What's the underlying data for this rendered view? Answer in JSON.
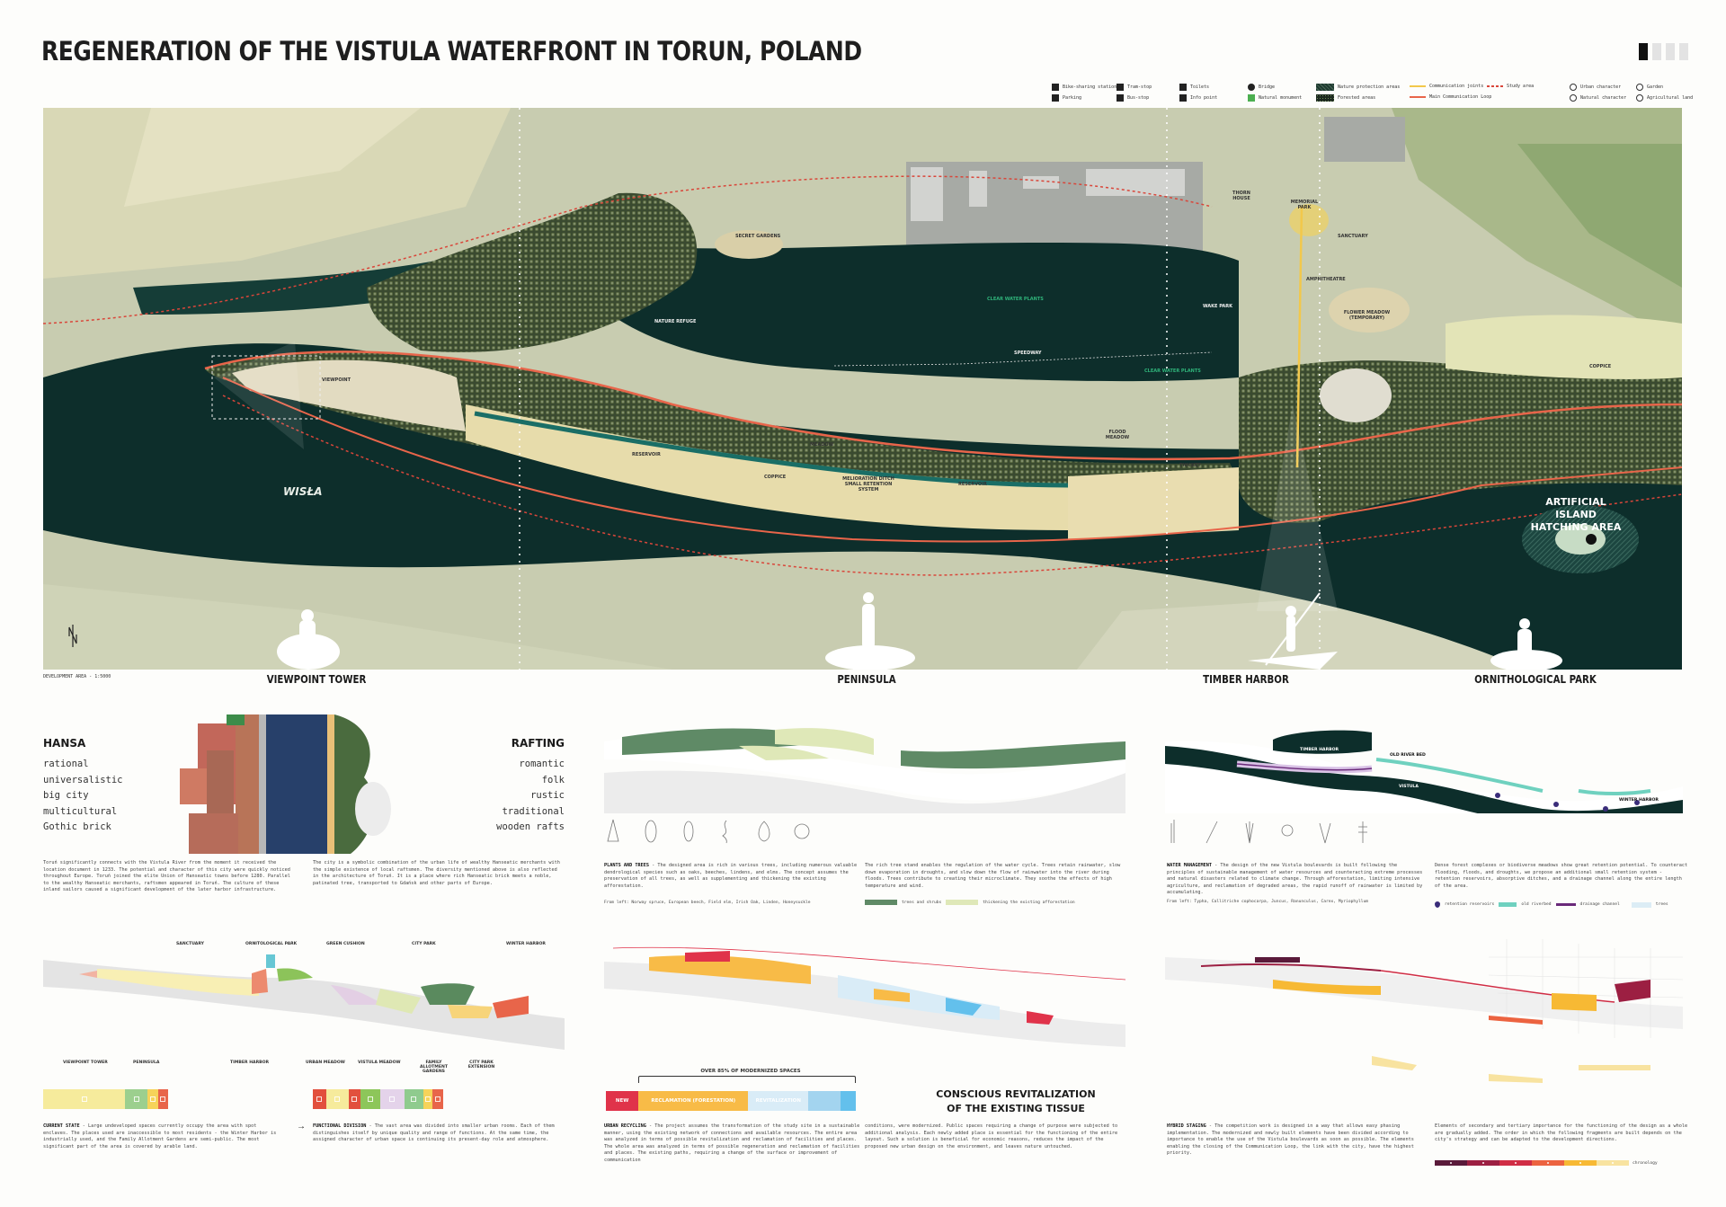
{
  "header": {
    "title": "REGENERATION OF THE VISTULA WATERFRONT IN TORUN, POLAND",
    "pager": {
      "current": 1,
      "total": 4
    }
  },
  "legend": [
    {
      "icon": "bike-icon",
      "label": "Bike-sharing station"
    },
    {
      "icon": "parking-icon",
      "label": "Parking"
    },
    {
      "icon": "tram-icon",
      "label": "Tram-stop"
    },
    {
      "icon": "bus-icon",
      "label": "Bus-stop"
    },
    {
      "icon": "wc-icon",
      "label": "Toilets"
    },
    {
      "icon": "info-icon",
      "label": "Info point"
    },
    {
      "icon": "bridge-icon",
      "label": "Bridge"
    },
    {
      "icon": "monument-icon",
      "label": "Natural monument"
    },
    {
      "icon": "hatch-swatch",
      "label": "Nature protection areas"
    },
    {
      "icon": "forest-swatch",
      "label": "Forested areas"
    },
    {
      "icon": "yellow-line",
      "label": "Communication joints",
      "color": "#f2c84b"
    },
    {
      "icon": "red-line",
      "label": "Main Communication Loop",
      "color": "#e8654a"
    },
    {
      "icon": "dotted-red-line",
      "label": "Study area",
      "color": "#d9463a"
    },
    {
      "icon": "urban-character-icon",
      "label": "Urban character"
    },
    {
      "icon": "natural-character-icon",
      "label": "Natural character"
    },
    {
      "icon": "garden-icon",
      "label": "Garden"
    },
    {
      "icon": "agriculture-icon",
      "label": "Agricultural land"
    }
  ],
  "map": {
    "labels": {
      "secret_gardens": "SECRET GARDENS",
      "nature_refuge": "NATURE REFUGE",
      "clear_water_1": "CLEAR WATER PLANTS",
      "clear_water_2": "CLEAR WATER PLANTS",
      "speedway": "SPEEDWAY",
      "wake_park": "WAKE PARK",
      "thorn_house": "THORN HOUSE",
      "memorial_park": "MEMORIAL PARK",
      "sanctuary": "SANCTUARY",
      "amphitheatre": "AMPHITHEATRE",
      "flower_meadow": "FLOWER MEADOW (TEMPORARY)",
      "coppice_east": "COPPICE",
      "viewpoint": "VIEWPOINT",
      "reservoir_1": "RESERVOIR",
      "meadow": "MEADOW",
      "coppice": "COPPICE",
      "melioration": "MELIORATION DITCH SMALL RETENTION SYSTEM",
      "reservoir_2": "RESERVOIR",
      "flood_meadow": "FLOOD MEADOW",
      "thicket": "THICKET",
      "wisla": "WISŁA",
      "artificial_island": "ARTIFICIAL ISLAND HATCHING AREA"
    },
    "scale": "DEVELOPMENT AREA - 1:5000",
    "sections": [
      "VIEWPOINT TOWER",
      "PENINSULA",
      "TIMBER HARBOR",
      "ORNITHOLOGICAL PARK"
    ],
    "colors": {
      "water": "#0d2e2b",
      "land": "#c8ccaf",
      "field": "#e5e2c2",
      "loop": "#e8654a",
      "study": "#d9463a"
    }
  },
  "hansa": {
    "title": "HANSA",
    "words": [
      "rational",
      "universalistic",
      "big city",
      "multicultural",
      "Gothic brick"
    ],
    "text": "Toruń significantly connects with the Vistula River from the moment it received the location document in 1233. The potential and character of this city were quickly noticed throughout Europe. Toruń joined the elite Union of Hanseatic towns before 1280. Parallel to the wealthy Hanseatic merchants, raftsmen appeared in Toruń. The culture of these inland sailors caused a significant development of the later harbor infrastructure."
  },
  "rafting": {
    "title": "RAFTING",
    "words": [
      "romantic",
      "folk",
      "rustic",
      "traditional",
      "wooden rafts"
    ],
    "text": "The city is a symbolic combination of the urban life of wealthy Hanseatic merchants with the simple existence of local raftsmen. The diversity mentioned above is also reflected in the architecture of Toruń. It is a place where rich Hanseatic brick meets a noble, patinated tree, transported to Gdańsk and other parts of Europe."
  },
  "plants": {
    "heading": "PLANTS AND TREES",
    "text": " - The designed area is rich in various trees, including numerous valuable dendrological species such as oaks, beeches, lindens, and elms. The concept assumes the preservation of all trees, as well as supplementing and thickening the existing afforestation.",
    "caption": "From left: Norway spruce, European beech, Field elm, Irish Oak, Linden, Honeysuckle",
    "text2": "The rich tree stand enables the regulation of the water cycle. Trees retain rainwater, slow down evaporation in droughts, and slow down the flow of rainwater into the river during floods. Trees contribute to creating their microclimate. They soothe the effects of high temperature and wind.",
    "legend": [
      {
        "label": "trees and shrubs",
        "color": "#5f8a66"
      },
      {
        "label": "thickening the existing afforestation",
        "color": "#dfe8b8"
      }
    ]
  },
  "water": {
    "labels": {
      "timber": "TIMBER HARBOR",
      "oldriver": "OLD RIVER BED",
      "vistula": "VISTULA",
      "winter": "WINTER HARBOR"
    },
    "heading": "WATER MANAGEMENT",
    "text": " - The design of the new Vistula boulevards is built following the principles of sustainable management of water resources and counteracting extreme processes and natural disasters related to climate change. Through afforestation, limiting intensive agriculture, and reclamation of degraded areas, the rapid runoff of rainwater is limited by accumulating.",
    "caption": "From left: Typha, Callitriche cophocarpa, Juncus, Ranunculus, Carex, Myriophyllum",
    "text2": "Dense forest complexes or biodiverse meadows show great retention potential. To counteract flooding, floods, and droughts, we propose an additional small retention system - retention reservoirs, absorptive ditches, and a drainage channel along the entire length of the area.",
    "legend": [
      {
        "label": "retention reservoirs",
        "color": "#3a2d7a"
      },
      {
        "label": "old riverbed",
        "color": "#6fd1bf"
      },
      {
        "label": "drainage channel",
        "color": "#6a2a7a"
      },
      {
        "label": "trees",
        "color": "#dcedf5"
      }
    ]
  },
  "division": {
    "labels_top": [
      "SANCTUARY",
      "ORNITOLOGICAL PARK",
      "GREEN CUSHION",
      "CITY PARK",
      "WINTER HARBOR"
    ],
    "labels_bottom": [
      "VIEWPOINT TOWER",
      "PENINSULA",
      "TIMBER HARBOR",
      "URBAN MEADOW",
      "VISTULA MEADOW",
      "FAMILY ALLOTMENT GARDENS",
      "CITY PARK EXTENSION"
    ],
    "current_bar": [
      {
        "color": "#f6eb9c",
        "share": 0.63
      },
      {
        "color": "#9ccf8e",
        "share": 0.17
      },
      {
        "color": "#f6d35a",
        "share": 0.08
      },
      {
        "color": "#e8654a",
        "share": 0.08
      }
    ],
    "functional_bar": [
      {
        "color": "#e2503d",
        "share": 0.11
      },
      {
        "color": "#f6eb9c",
        "share": 0.19
      },
      {
        "color": "#e2503d",
        "share": 0.1
      },
      {
        "color": "#8dc65a",
        "share": 0.17
      },
      {
        "color": "#e4d3ea",
        "share": 0.2
      },
      {
        "color": "#8fcb8e",
        "share": 0.16
      },
      {
        "color": "#f6d35a",
        "share": 0.08
      },
      {
        "color": "#e8654a",
        "share": 0.09
      }
    ],
    "arrow": "→",
    "current_heading": "CURRENT STATE",
    "current_text": " - Large undeveloped spaces currently occupy the area with spot enclaves. The places used are inaccessible to most residents - the Winter Harbor is industrially used, and the Family Allotment Gardens are semi-public. The most significant part of the area is covered by arable land.",
    "functional_heading": "FUNCTIONAL DIVISION",
    "functional_text": " - The vast area was divided into smaller urban rooms. Each of them distinguishes itself by unique quality and range of functions. At the same time, the assigned character of urban space is continuing its present-day role and atmosphere."
  },
  "recycling": {
    "bracket_label": "OVER 85% OF MODERNIZED SPACES",
    "bar": [
      {
        "label": "NEW",
        "color": "#e0334a",
        "share": 0.13
      },
      {
        "label": "RECLAMATION (FORESTATION)",
        "color": "#f8bb47",
        "share": 0.44
      },
      {
        "label": "REVITALIZATION",
        "color": "#d9ecf7",
        "share": 0.24
      },
      {
        "label": "",
        "color": "#a3d4ef",
        "share": 0.13
      },
      {
        "label": "",
        "color": "#63c0ec",
        "share": 0.06
      }
    ],
    "big_heading_1": "CONSCIOUS REVITALIZATION",
    "big_heading_2": "OF THE EXISTING TISSUE",
    "heading": "URBAN RECYCLING",
    "text": " - The project assumes the transformation of the study site in a sustainable manner, using the existing network of connections and available resources. The entire area was analyzed in terms of possible revitalization and reclamation of facilities and places. The whole area was analyzed in terms of possible regeneration and reclamation of facilities and places. The existing paths, requiring a change of the surface or improvement of communication",
    "text2": "conditions, were modernized. Public spaces requiring a change of purpose were subjected to additional analysis. Each newly added place is essential for the functioning of the entire layout. Such a solution is beneficial for economic reasons, reduces the impact of the proposed new urban design on the environment, and leaves nature untouched."
  },
  "staging": {
    "heading": "HYBRID STAGING",
    "text": " - The competition work is designed in a way that allows easy phasing implementation. The modernized and newly built elements have been divided according to importance to enable the use of the Vistula boulevards as soon as possible. The elements enabling the closing of the Communication Loop, the link with the city, have the highest priority.",
    "text2": "Elements of secondary and tertiary importance for the functioning of the design as a whole are gradually added. The order in which the following fragments are built depends on the city's strategy and can be adapted to the development directions.",
    "chronology_label": "chronology",
    "chronology": [
      {
        "stage": 1,
        "color": "#5a1a3a"
      },
      {
        "stage": 2,
        "color": "#9c1f42"
      },
      {
        "stage": 3,
        "color": "#d02d45"
      },
      {
        "stage": 4,
        "color": "#ec6340"
      },
      {
        "stage": 5,
        "color": "#f7b934"
      },
      {
        "stage": 6,
        "color": "#f8e3a0"
      }
    ]
  }
}
